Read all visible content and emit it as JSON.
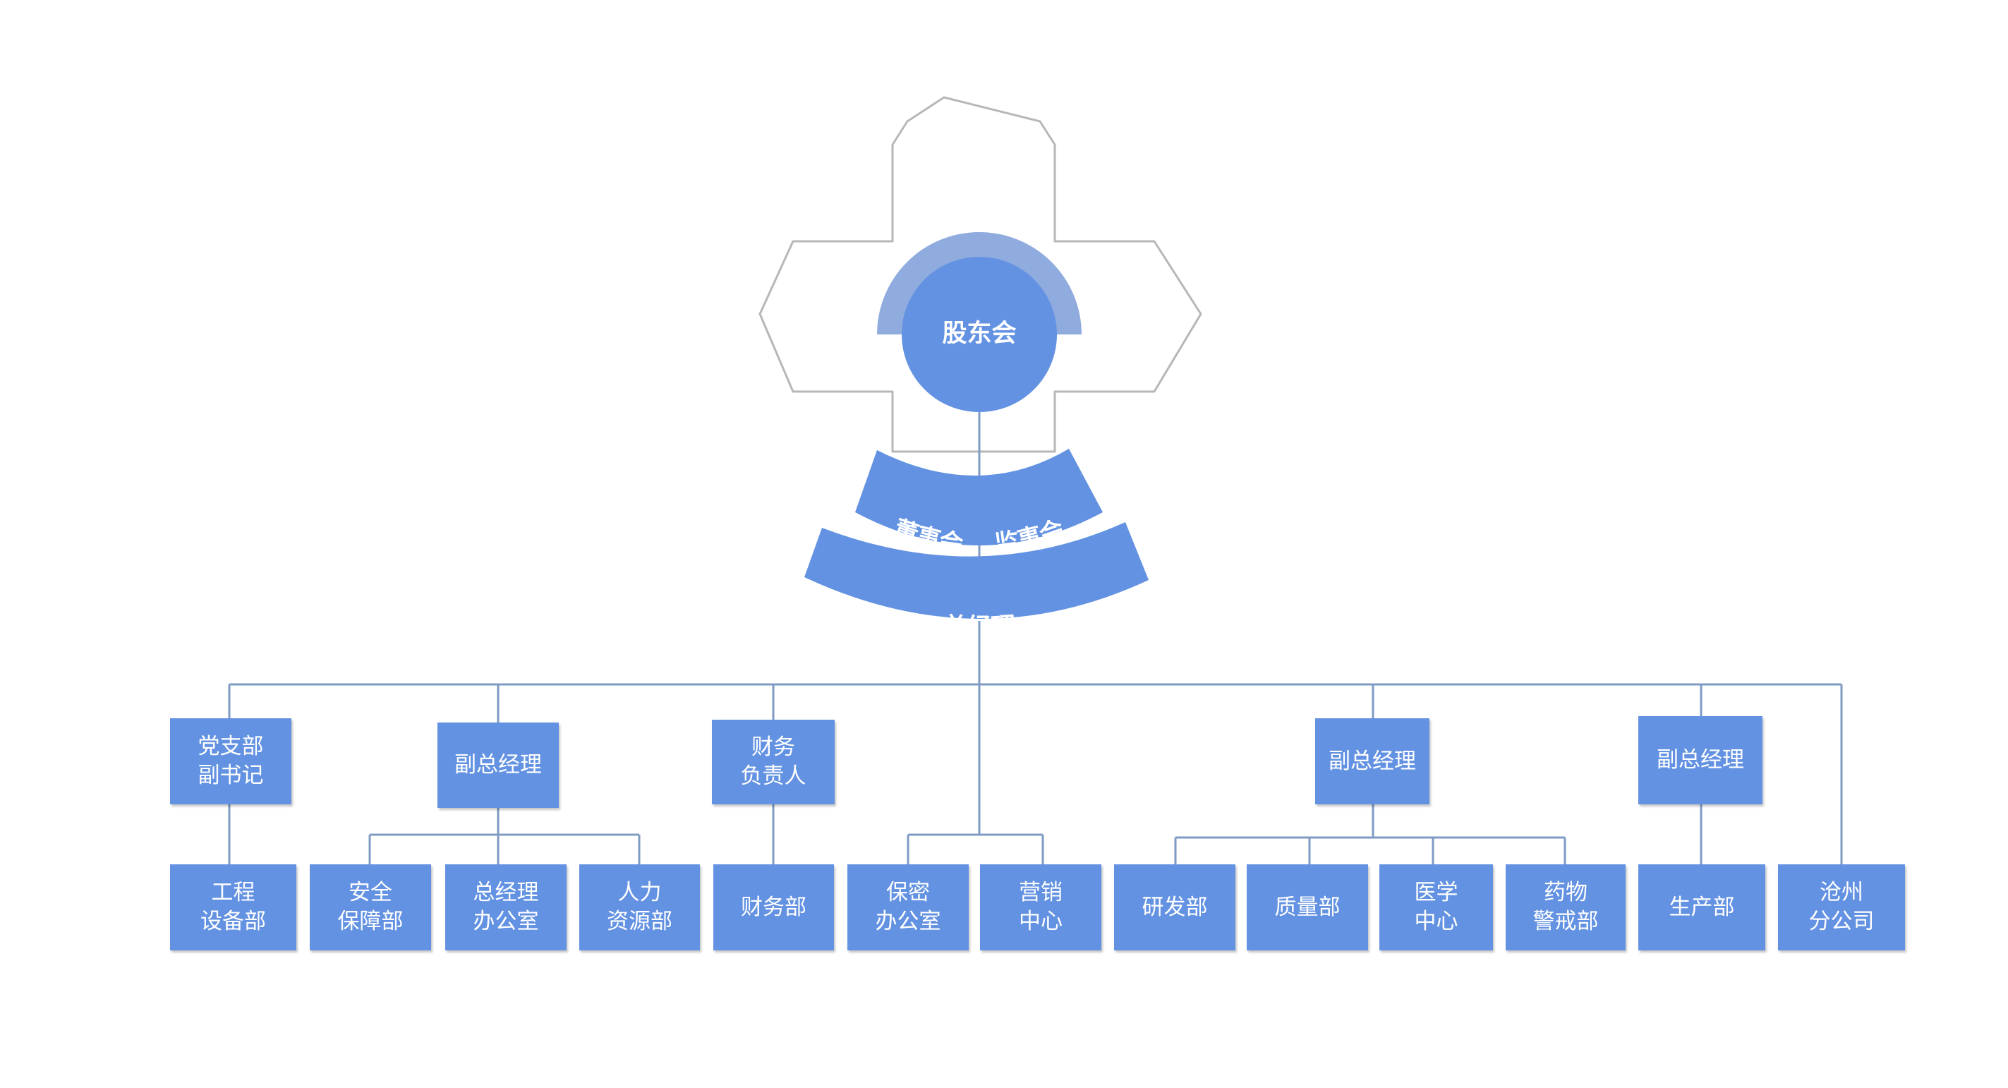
{
  "colors": {
    "box": "#6392e2",
    "arc_light": "#90abde",
    "outline": "#b7b7b7",
    "line": "#7f9bc4",
    "text": "#ffffff"
  },
  "top": {
    "shareholders": "股东会",
    "board": "董事会",
    "supervisors": "监事会",
    "general_manager": "总经理"
  },
  "level2": {
    "party_secretary": [
      "党支部",
      "副书记"
    ],
    "vp_a": [
      "副总经理"
    ],
    "finance_head": [
      "财务",
      "负责人"
    ],
    "vp_b": [
      "副总经理"
    ],
    "vp_c": [
      "副总经理"
    ]
  },
  "level3": {
    "engineering": [
      "工程",
      "设备部"
    ],
    "safety": [
      "安全",
      "保障部"
    ],
    "gm_office": [
      "总经理",
      "办公室"
    ],
    "hr": [
      "人力",
      "资源部"
    ],
    "finance": [
      "财务部"
    ],
    "security_office": [
      "保密",
      "办公室"
    ],
    "marketing": [
      "营销",
      "中心"
    ],
    "rnd": [
      "研发部"
    ],
    "quality": [
      "质量部"
    ],
    "medical": [
      "医学",
      "中心"
    ],
    "pharmacovigilance": [
      "药物",
      "警戒部"
    ],
    "production": [
      "生产部"
    ],
    "cangzhou": [
      "沧州",
      "分公司"
    ]
  }
}
